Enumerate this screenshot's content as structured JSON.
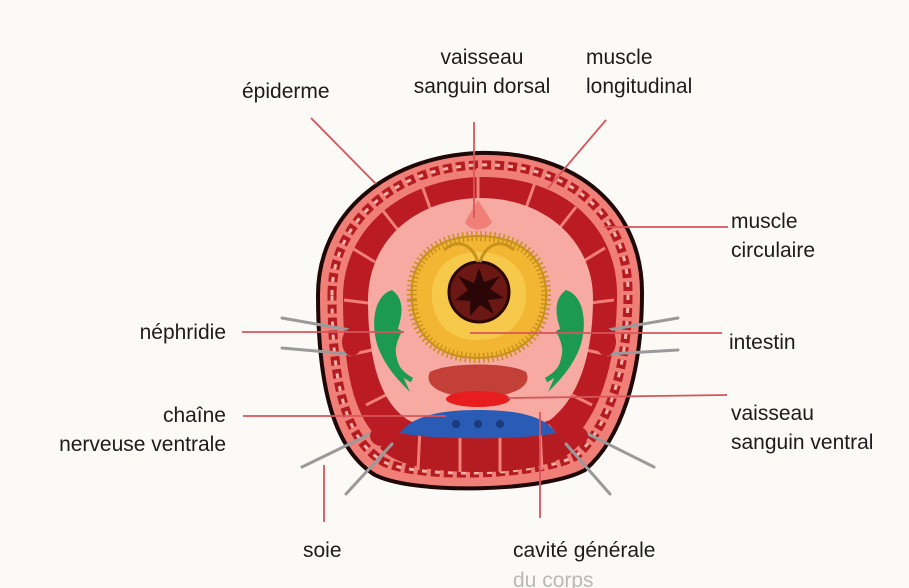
{
  "labels": {
    "epiderme": "épiderme",
    "vaisseau_dorsal_1": "vaisseau",
    "vaisseau_dorsal_2": "sanguin dorsal",
    "muscle_long_1": "muscle",
    "muscle_long_2": "longitudinal",
    "muscle_circ_1": "muscle",
    "muscle_circ_2": "circulaire",
    "nephridie": "néphridie",
    "intestin": "intestin",
    "chaine_1": "chaîne",
    "chaine_2": "nerveuse ventrale",
    "vaisseau_ventral_1": "vaisseau",
    "vaisseau_ventral_2": "sanguin ventral",
    "soie": "soie",
    "cavite_1": "cavité générale",
    "cavite_2": "du corps"
  },
  "colors": {
    "background": "#fbfaf6",
    "body_wall": "#f07f78",
    "muscle": "#bb1c24",
    "coelom": "#f6aaa1",
    "intestine": "#f2b632",
    "gut_lumen": "#4a1210",
    "nephridium": "#1c9a52",
    "nerve_cord": "#2a5bb5",
    "ventral_vessel": "#e81e1e",
    "leader_line": "#d9545a"
  }
}
